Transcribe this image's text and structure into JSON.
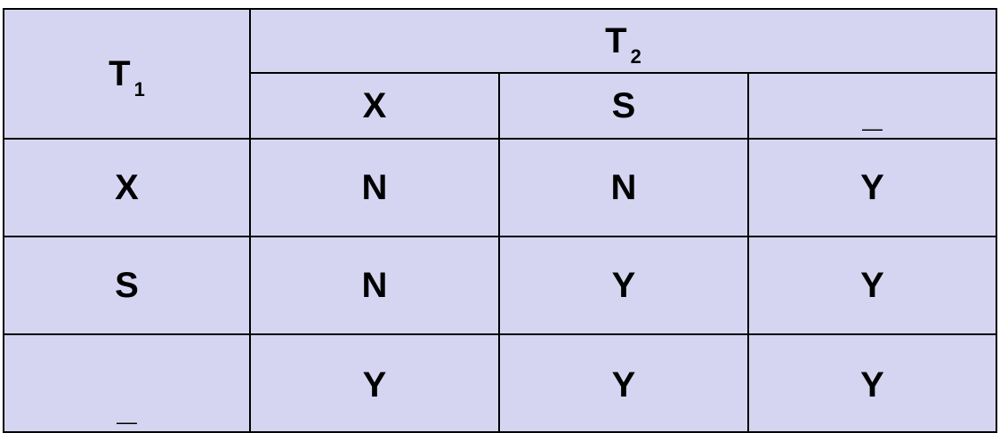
{
  "table": {
    "row_header": {
      "base": "T",
      "subscript": "1"
    },
    "col_header": {
      "base": "T",
      "subscript": "2"
    },
    "columns": [
      "X",
      "S",
      "_"
    ],
    "rows": [
      {
        "label": "X",
        "cells": [
          "N",
          "N",
          "Y"
        ]
      },
      {
        "label": "S",
        "cells": [
          "N",
          "Y",
          "Y"
        ]
      },
      {
        "label": "_",
        "cells": [
          "Y",
          "Y",
          "Y"
        ]
      }
    ],
    "colors": {
      "cell_background": "#d6d5f1",
      "border": "#000000",
      "text": "#000000"
    }
  }
}
